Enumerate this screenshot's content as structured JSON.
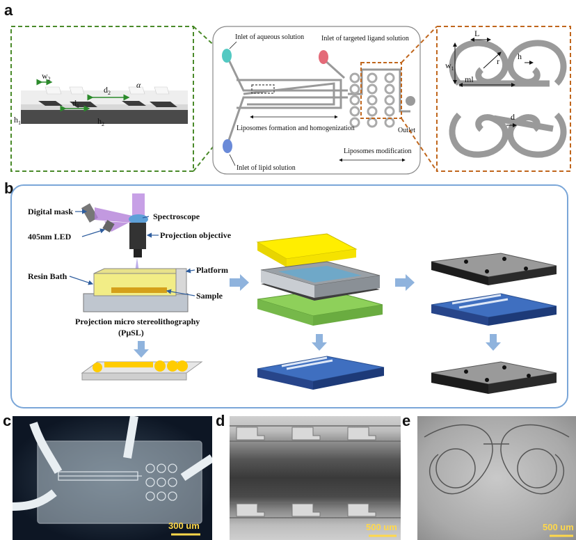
{
  "panels": {
    "a": "a",
    "b": "b",
    "c": "c",
    "d": "d",
    "e": "e"
  },
  "a_left": {
    "w2": "w",
    "w2_sub": "2",
    "d2": "d",
    "d2_sub": "2",
    "d1": "d",
    "d1_sub": "1",
    "alpha": "α",
    "h2": "h",
    "h2_sub": "2",
    "h1": "h",
    "h1_sub": "1"
  },
  "a_center": {
    "inlet_aqueous": "Inlet of aqueous solution",
    "inlet_ligand": "Inlet of targeted ligand solution",
    "formation": "Liposomes formation and homogenization",
    "modification": "Liposomes modification",
    "outlet": "Outlet",
    "inlet_lipid": "Inlet of lipid solution"
  },
  "a_right": {
    "L": "L",
    "r": "r",
    "h": "h",
    "w1": "w",
    "w1_sub": "1",
    "ml": "ml",
    "d": "d"
  },
  "b": {
    "digital_mask": "Digital mask",
    "spectroscope": "Spectroscope",
    "led": "405nm LED",
    "objective": "Projection objective",
    "resin_bath": "Resin Bath",
    "platform": "Platform",
    "sample": "Sample",
    "pusl": "Projection micro stereolithography",
    "pusl_abbr": "(PμSL)"
  },
  "scalebars": {
    "c": "300 um",
    "d": "500 um",
    "e": "500 um"
  },
  "colors": {
    "green_dash": "#4a8a2a",
    "orange_dash": "#c0661c",
    "blue_frame": "#7aa6d8",
    "arrow_blue": "#8fb3dd",
    "yellow": "#ffe600",
    "scale_yellow": "#ffd84a"
  }
}
